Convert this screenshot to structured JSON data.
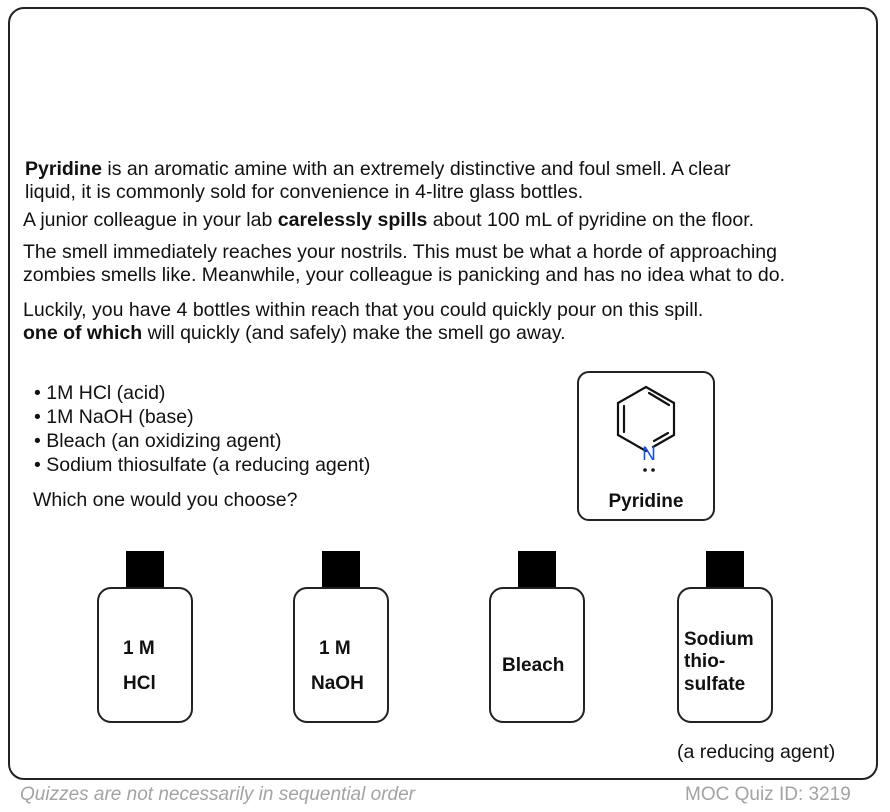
{
  "paragraphs": {
    "p1_bold": "Pyridine",
    "p1_rest": " is an aromatic amine with an extremely distinctive and foul smell. A clear",
    "p1_line2": "liquid, it is commonly sold for convenience in 4-litre glass bottles.",
    "p2_a": "A junior colleague in your lab ",
    "p2_bold": "carelessly spills",
    "p2_b": " about 100 mL of pyridine on the floor.",
    "p3_line1": "The smell immediately reaches your nostrils. This must be what a horde of approaching",
    "p3_line2": "zombies smells like. Meanwhile, your colleague is panicking and has no idea what to do.",
    "p4_line1": "Luckily, you have 4 bottles within reach that you could quickly pour on this spill.",
    "p4_bold": "one of which",
    "p4_rest": " will quickly (and safely) make the smell go away."
  },
  "options": [
    "• 1M HCl (acid)",
    "• 1M NaOH (base)",
    "• Bleach (an oxidizing agent)",
    "• Sodium thiosulfate (a reducing agent)"
  ],
  "question": "Which one would you choose?",
  "molecule": {
    "atom_label": "N",
    "name": "Pyridine",
    "nitrogen_color": "#1a4fe0"
  },
  "bottles": [
    {
      "line1": "1 M",
      "line2": "HCl"
    },
    {
      "line1": "1 M",
      "line2": "NaOH"
    },
    {
      "line1": "Bleach"
    },
    {
      "line1": "Sodium",
      "line2": "thio-",
      "line3": "sulfate"
    }
  ],
  "bottle_caption": "(a reducing agent)",
  "footer": {
    "left": "Quizzes are not necessarily in sequential order",
    "right": "MOC Quiz ID: 3219"
  }
}
